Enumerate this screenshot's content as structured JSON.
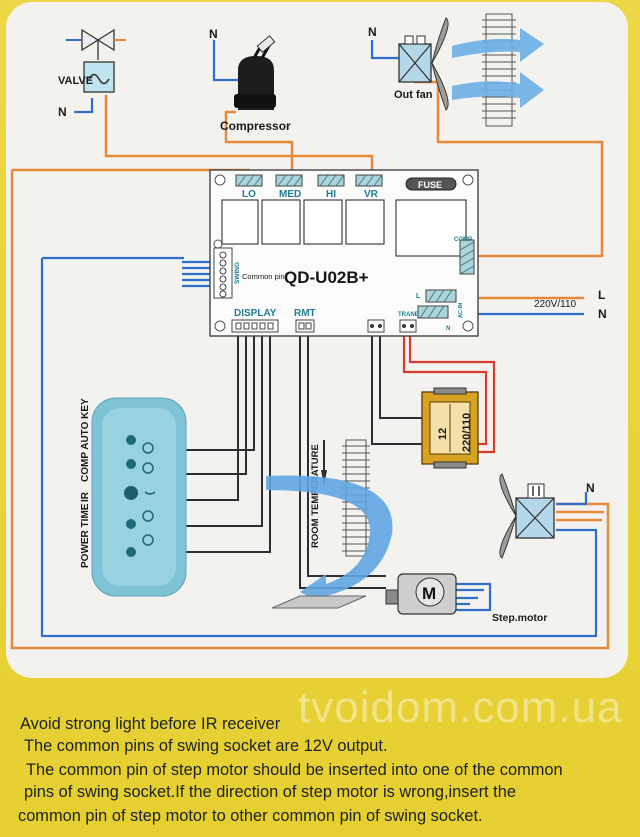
{
  "diagram": {
    "valve": {
      "label": "VALVE",
      "neutral": "N"
    },
    "compressor": {
      "label": "Compressor",
      "neutral": "N"
    },
    "out_fan": {
      "label": "Out fan",
      "neutral": "N"
    },
    "board": {
      "model": "QD-U02B+",
      "relays": [
        "LO",
        "MED",
        "HI",
        "VR"
      ],
      "fuse": "FUSE",
      "comp": "COMP",
      "swing": "SWING",
      "common_pin": "Common pin",
      "display": "DISPLAY",
      "rmt": "RMT",
      "tranb": "TRANB",
      "l_terminal": "L",
      "acin": "AC-IN",
      "n_terminal": "N"
    },
    "mains": {
      "voltage": "220V/110",
      "line": "L",
      "neutral": "N"
    },
    "transformer": {
      "secondary": "12",
      "primary": "220/110"
    },
    "display_labels": [
      "POWER TIME",
      "IR",
      "COMP AUTO KEY"
    ],
    "room_temperature": "ROOM TEMPERATURE",
    "step_motor": {
      "letter": "M",
      "label": "Step.motor"
    },
    "indoor_fan": {
      "neutral": "N"
    }
  },
  "notes": [
    "Avoid strong light before IR receiver",
    "The common pins of swing socket are 12V output.",
    "The common pin of step motor should be inserted into one of the common",
    "pins of swing  socket.If the direction of step motor is wrong,insert the",
    "common pin of step motor to other  common pin of swing socket."
  ],
  "watermark": "tvoidom.com.ua"
}
